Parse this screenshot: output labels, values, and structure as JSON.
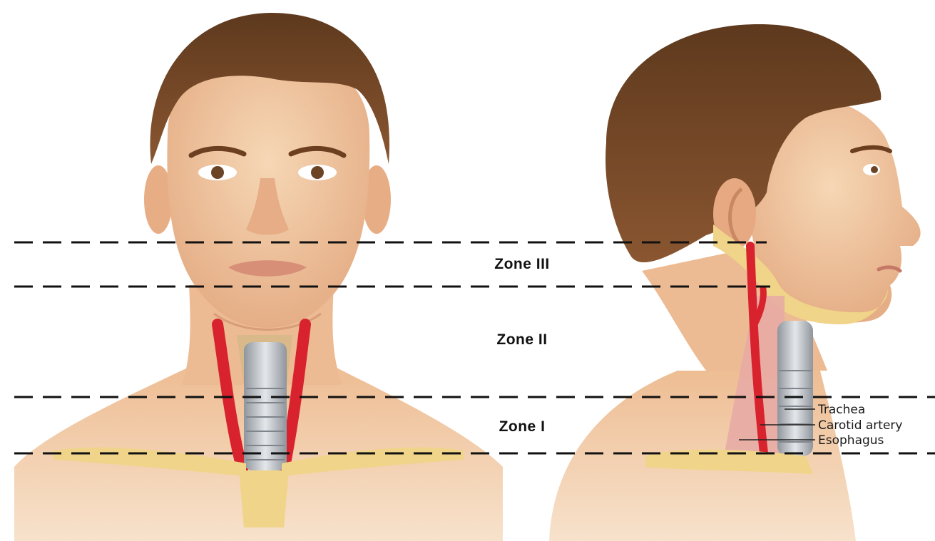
{
  "zones": [
    {
      "id": "zone-3",
      "label": "Zone III"
    },
    {
      "id": "zone-2",
      "label": "Zone II"
    },
    {
      "id": "zone-1",
      "label": "Zone I"
    }
  ],
  "structures": [
    {
      "id": "trachea",
      "label": "Trachea"
    },
    {
      "id": "carotid-artery",
      "label": "Carotid artery"
    },
    {
      "id": "esophagus",
      "label": "Esophagus"
    }
  ],
  "colors": {
    "skin": "#f1c9a2",
    "skin_shadow": "#dba17c",
    "hair": "#7a4a2a",
    "hair_dark": "#5a3419",
    "artery": "#d8232e",
    "trachea": "#b9bec4",
    "bone": "#f0d489",
    "esophagus": "#e6a9a6",
    "divider": "#111111"
  }
}
